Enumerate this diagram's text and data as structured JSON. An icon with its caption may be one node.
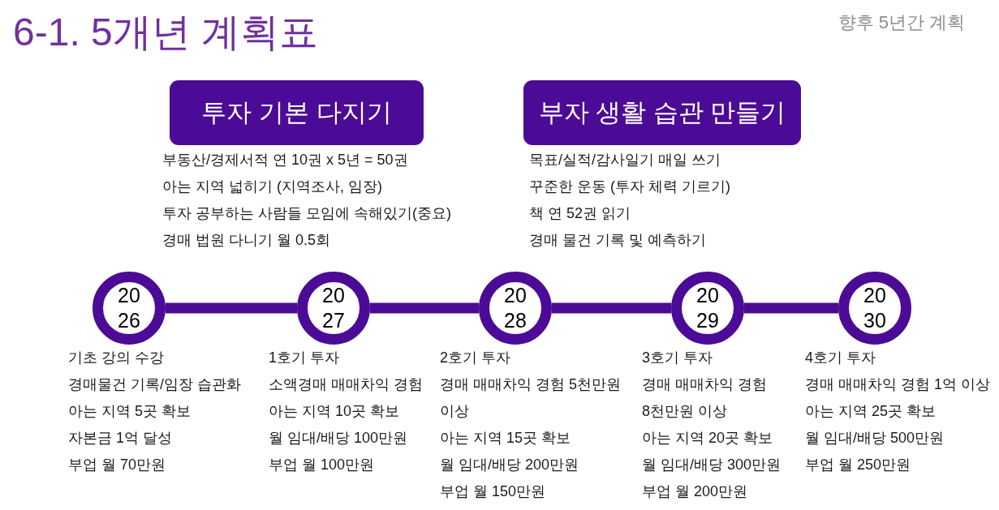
{
  "diagram": {
    "title": "6-1. 5개년 계획표",
    "nodes": [
      {
        "text": [
          "투자 기본 다지기"
        ],
        "beside": [
          "부동산/경제서적 연 10권 x 5년 = 50권",
          "아는 지역 넓히기 (지역조사, 임장)",
          "투자 공부하는 사람들 모임에 속해있기(중요)",
          "경매 법원 다니기 월 0.5회"
        ]
      },
      {
        "text": [
          "부자 생활 습관 만들기"
        ],
        "beside": [
          "목표/실적/감사일기 매일 쓰기",
          "꾸준한 운동 (투자 체력 기르기)",
          "책 연 52권 읽기",
          "경매 물건 기록 및 예측하기"
        ]
      },
      {
        "text": [
          "2026"
        ],
        "beside": [
          "기초 강의 수강",
          "경매물건 기록/임장 습관화",
          "아는 지역 5곳 확보",
          "자본금 1억 달성",
          "부업 월 70만원"
        ]
      },
      {
        "text": [
          "2027"
        ],
        "beside": [
          "1호기 투자",
          "소액경매 매매차익 경험",
          "아는 지역 10곳 확보",
          "월 임대/배당 100만원",
          "부업 월 100만원"
        ]
      },
      {
        "text": [
          "2028"
        ],
        "beside": [
          "2호기 투자",
          "경매 매매차익 경험 5천만원 이상",
          "아는 지역 15곳 확보",
          "월 임대/배당 200만원",
          "부업 월 150만원"
        ]
      },
      {
        "text": [
          "2029"
        ],
        "beside": [
          "3호기 투자",
          "경매 매매차익 경험 8천만원 이상",
          "아는 지역 20곳 확보",
          "월 임대/배당 300만원",
          "부업 월 200만원"
        ]
      },
      {
        "text": [
          "2030"
        ],
        "beside": [
          "4호기 투자",
          "경매 매매차익 경험 1억 이상",
          "아는 지역 25곳 확보",
          "월 임대/배당 500만원",
          "부업 월 250만원"
        ]
      }
    ],
    "edges": [
      {
        "from": 2,
        "to": 3,
        "arrow": "none"
      },
      {
        "from": 3,
        "to": 4,
        "arrow": "none"
      },
      {
        "from": 4,
        "to": 5,
        "arrow": "none"
      },
      {
        "from": 5,
        "to": 6,
        "arrow": "none"
      }
    ],
    "labels": [
      "향후 5년간 계획"
    ]
  }
}
